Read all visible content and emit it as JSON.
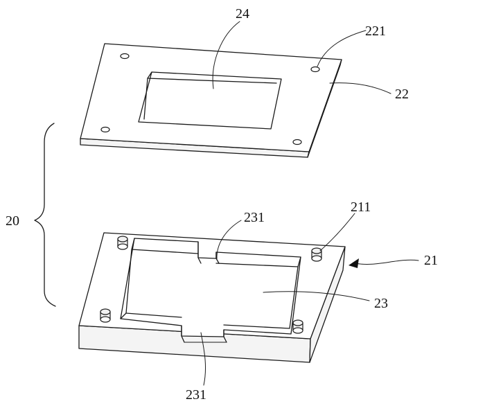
{
  "labels": {
    "l24": "24",
    "l221": "221",
    "l22": "22",
    "l20": "20",
    "l231_top": "231",
    "l211": "211",
    "l21": "21",
    "l23": "23",
    "l231_bottom": "231"
  }
}
